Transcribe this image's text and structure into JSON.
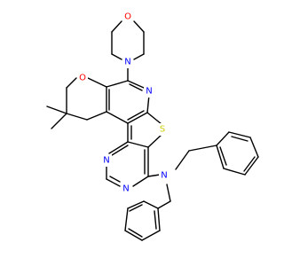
{
  "molecule": {
    "atom_colors": {
      "N": "#0000ff",
      "O": "#ff0000",
      "S": "#cccc00"
    },
    "labels": [
      {
        "id": "o-morpholine",
        "text": "O",
        "element": "O"
      },
      {
        "id": "n-morpholine",
        "text": "N",
        "element": "N"
      },
      {
        "id": "o-pyran",
        "text": "O",
        "element": "O"
      },
      {
        "id": "n-pyridine",
        "text": "N",
        "element": "N"
      },
      {
        "id": "s-thiophene",
        "text": "S",
        "element": "S"
      },
      {
        "id": "n-pyrimidine-1",
        "text": "N",
        "element": "N"
      },
      {
        "id": "n-pyrimidine-2",
        "text": "N",
        "element": "N"
      },
      {
        "id": "n-amine",
        "text": "N",
        "element": "N"
      }
    ]
  }
}
